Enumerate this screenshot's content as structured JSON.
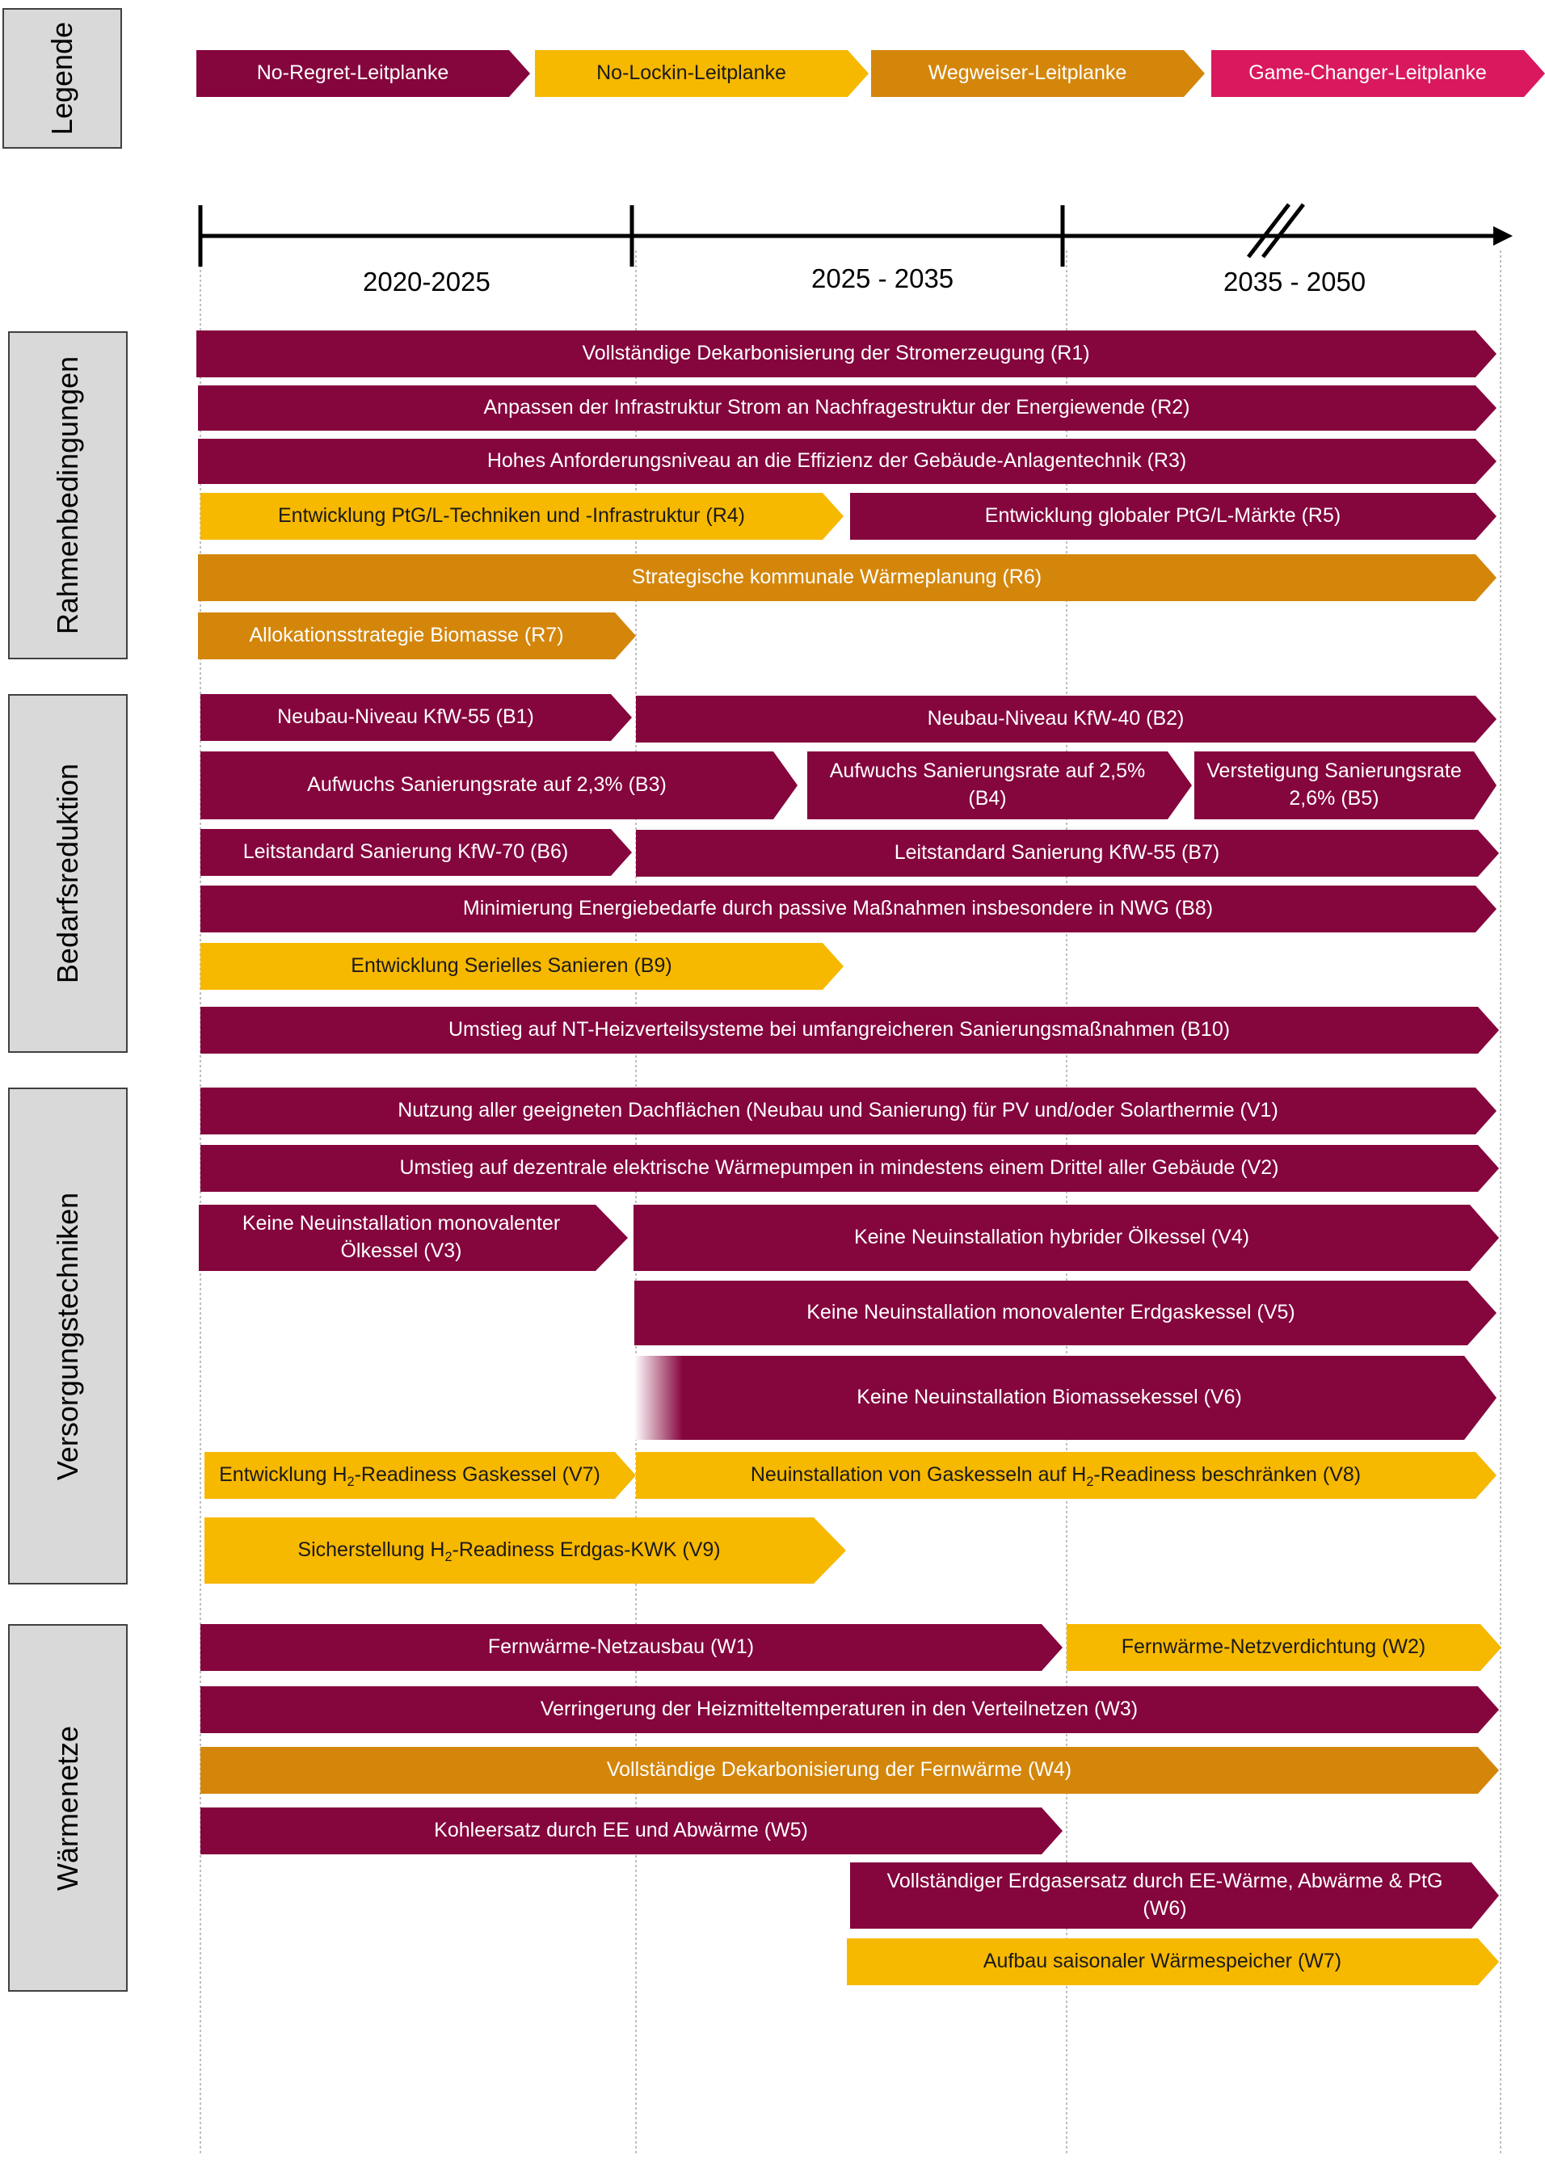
{
  "legend": {
    "label": "Legende",
    "items": [
      {
        "label": "No-Regret-Leitplanke",
        "category": "noregret"
      },
      {
        "label": "No-Lockin-Leitplanke",
        "category": "nolockin"
      },
      {
        "label": "Wegweiser-Leitplanke",
        "category": "wegweiser"
      },
      {
        "label": "Game-Changer-Leitplanke",
        "category": "gamechanger"
      }
    ]
  },
  "colors": {
    "noregret": "#85053d",
    "nolockin": "#f7b800",
    "wegweiser": "#d4860b",
    "gamechanger": "#d9185e"
  },
  "timeline": {
    "periods": [
      "2020-2025",
      "2025 - 2035",
      "2035 - 2050"
    ]
  },
  "sections": [
    {
      "label": "Rahmenbedingungen",
      "bars": [
        {
          "text": "Vollständige Dekarbonisierung der Stromerzeugung (R1)",
          "category": "noregret"
        },
        {
          "text": "Anpassen der Infrastruktur Strom an Nachfragestruktur der Energiewende (R2)",
          "category": "noregret"
        },
        {
          "text": "Hohes Anforderungsniveau an die Effizienz der Gebäude-Anlagentechnik (R3)",
          "category": "noregret"
        },
        {
          "text": "Entwicklung PtG/L-Techniken und -Infrastruktur (R4)",
          "category": "nolockin"
        },
        {
          "text": "Entwicklung globaler PtG/L-Märkte (R5)",
          "category": "noregret"
        },
        {
          "text": "Strategische kommunale Wärmeplanung (R6)",
          "category": "wegweiser"
        },
        {
          "text": "Allokationsstrategie Biomasse (R7)",
          "category": "wegweiser"
        }
      ]
    },
    {
      "label": "Bedarfsreduktion",
      "bars": [
        {
          "text": "Neubau-Niveau KfW-55 (B1)",
          "category": "noregret"
        },
        {
          "text": "Neubau-Niveau KfW-40 (B2)",
          "category": "noregret"
        },
        {
          "text": "Aufwuchs Sanierungsrate auf 2,3% (B3)",
          "category": "noregret"
        },
        {
          "text": "Aufwuchs Sanierungsrate auf 2,5% (B4)",
          "category": "noregret"
        },
        {
          "text": "Verstetigung Sanierungsrate 2,6% (B5)",
          "category": "noregret"
        },
        {
          "text": "Leitstandard Sanierung KfW-70 (B6)",
          "category": "noregret"
        },
        {
          "text": "Leitstandard Sanierung KfW-55 (B7)",
          "category": "noregret"
        },
        {
          "text": "Minimierung Energiebedarfe durch passive Maßnahmen insbesondere in NWG (B8)",
          "category": "noregret"
        },
        {
          "text": "Entwicklung Serielles Sanieren (B9)",
          "category": "nolockin"
        },
        {
          "text": "Umstieg auf NT-Heizverteilsysteme bei umfangreicheren Sanierungsmaßnahmen (B10)",
          "category": "noregret"
        }
      ]
    },
    {
      "label": "Versorgungstechniken",
      "bars": [
        {
          "text": "Nutzung aller geeigneten Dachflächen (Neubau und Sanierung) für PV und/oder Solarthermie (V1)",
          "category": "noregret"
        },
        {
          "text": "Umstieg auf dezentrale elektrische Wärmepumpen in mindestens einem Drittel aller Gebäude (V2)",
          "category": "noregret"
        },
        {
          "text": "Keine Neuinstallation monovalenter Ölkessel (V3)",
          "category": "noregret"
        },
        {
          "text": "Keine Neuinstallation hybrider Ölkessel (V4)",
          "category": "noregret"
        },
        {
          "text": "Keine Neuinstallation monovalenter Erdgaskessel  (V5)",
          "category": "noregret"
        },
        {
          "text": "Keine Neuinstallation Biomassekessel  (V6)",
          "category": "noregret"
        },
        {
          "text_a": "Entwicklung H",
          "sub": "2",
          "text_b": "-Readiness Gaskessel (V7)",
          "category": "nolockin"
        },
        {
          "text_a": "Neuinstallation von Gaskesseln auf H",
          "sub": "2",
          "text_b": "-Readiness beschränken (V8)",
          "category": "nolockin"
        },
        {
          "text_a": "Sicherstellung H",
          "sub": "2",
          "text_b": "-Readiness Erdgas-KWK (V9)",
          "category": "nolockin"
        }
      ]
    },
    {
      "label": "Wärmenetze",
      "bars": [
        {
          "text": "Fernwärme-Netzausbau (W1)",
          "category": "noregret"
        },
        {
          "text": "Fernwärme-Netzverdichtung (W2)",
          "category": "nolockin"
        },
        {
          "text": "Verringerung der Heizmitteltemperaturen in den Verteilnetzen (W3)",
          "category": "noregret"
        },
        {
          "text": "Vollständige Dekarbonisierung der Fernwärme (W4)",
          "category": "wegweiser"
        },
        {
          "text": "Kohleersatz durch EE und Abwärme (W5)",
          "category": "noregret"
        },
        {
          "text": "Vollständiger Erdgasersatz durch EE-Wärme, Abwärme  & PtG (W6)",
          "category": "noregret"
        },
        {
          "text": "Aufbau saisonaler Wärmespeicher (W7)",
          "category": "nolockin"
        }
      ]
    }
  ]
}
